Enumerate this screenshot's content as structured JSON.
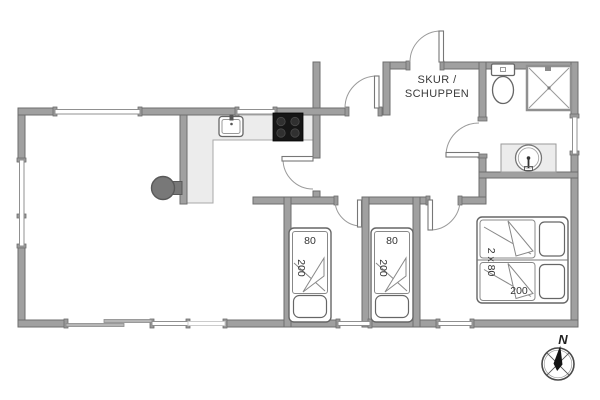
{
  "floor_plan": {
    "shed": {
      "label_line1": "SKUR /",
      "label_line2": "SCHUPPEN"
    },
    "bedroom_1": {
      "bed_width": "80",
      "bed_length": "200"
    },
    "bedroom_2": {
      "bed_width": "80",
      "bed_length": "200"
    },
    "bedroom_3": {
      "bed_width": "2 x 80",
      "bed_length": "200"
    },
    "compass": {
      "north": "N"
    },
    "colors": {
      "wall_fill": "#a0a0a0",
      "wall_stroke": "#6e6e6e",
      "counter_fill": "#ececec",
      "stove_fill": "#161616",
      "outline": "#666666",
      "text": "#333333",
      "background": "#ffffff"
    }
  }
}
